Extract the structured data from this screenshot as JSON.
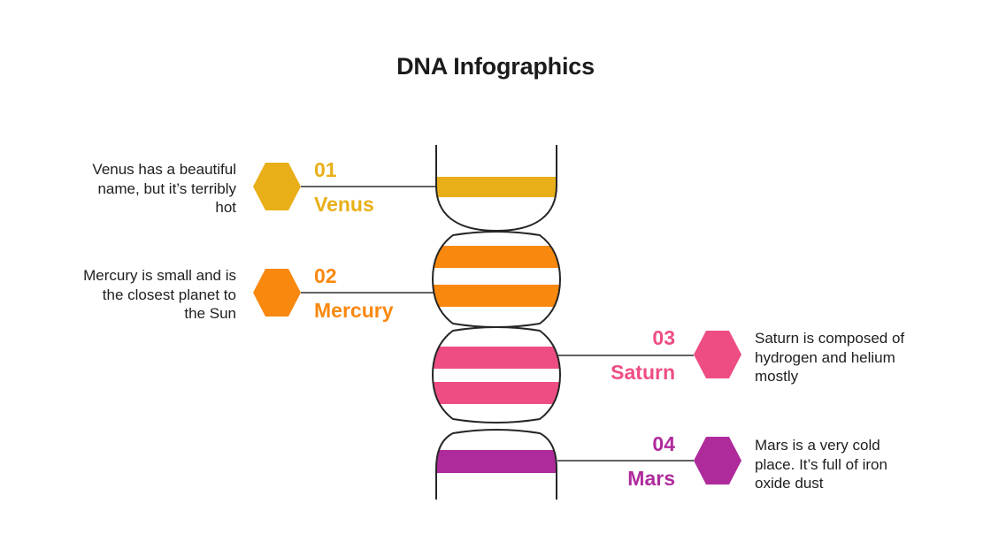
{
  "slide": {
    "title": "DNA Infographics",
    "title_color": "#1b1b1b",
    "background_color": "#ffffff"
  },
  "items": [
    {
      "number": "01",
      "name": "Venus",
      "description": "Venus has a beautiful\nname, but it’s terribly\nhot",
      "color": "#E8AF18",
      "side": "left"
    },
    {
      "number": "02",
      "name": "Mercury",
      "description": "Mercury is small and is\nthe closest planet to\nthe Sun",
      "color": "#F9880F",
      "side": "left"
    },
    {
      "number": "03",
      "name": "Saturn",
      "description": "Saturn is composed of\nhydrogen and helium\nmostly",
      "color": "#EE4D83",
      "side": "right"
    },
    {
      "number": "04",
      "name": "Mars",
      "description": "Mars is a very cold\nplace. It’s full of iron\noxide dust",
      "color": "#AF2B9C",
      "side": "right"
    }
  ],
  "dna": {
    "outline_color": "#262626",
    "connector_color": "#2f2f2f",
    "body_text_color": "#202020"
  }
}
